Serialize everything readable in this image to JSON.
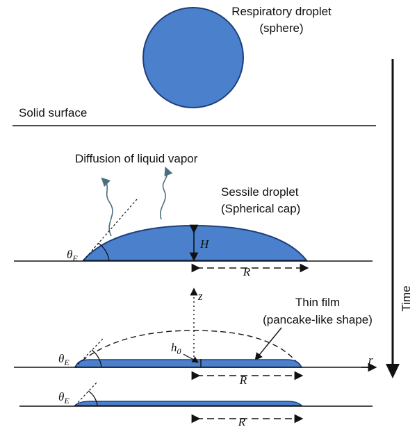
{
  "labels": {
    "respiratory_line1": "Respiratory droplet",
    "respiratory_line2": "(sphere)",
    "solid_surface": "Solid surface",
    "diffusion": "Diffusion of liquid vapor",
    "sessile_line1": "Sessile droplet",
    "sessile_line2": "(Spherical cap)",
    "thin_film_line1": "Thin film",
    "thin_film_line2": "(pancake-like shape)",
    "time": "Time",
    "theta_symbol": "θ",
    "theta_subscript": "E",
    "height": "H",
    "radius": "R",
    "film_height_symbol": "h",
    "film_height_subscript": "0",
    "axis_z": "z",
    "axis_r": "r"
  },
  "colors": {
    "droplet_fill": "#4a80cc",
    "droplet_stroke": "#1f3f7a",
    "line": "#111111",
    "vapor_arrow": "#4a6e7e"
  }
}
